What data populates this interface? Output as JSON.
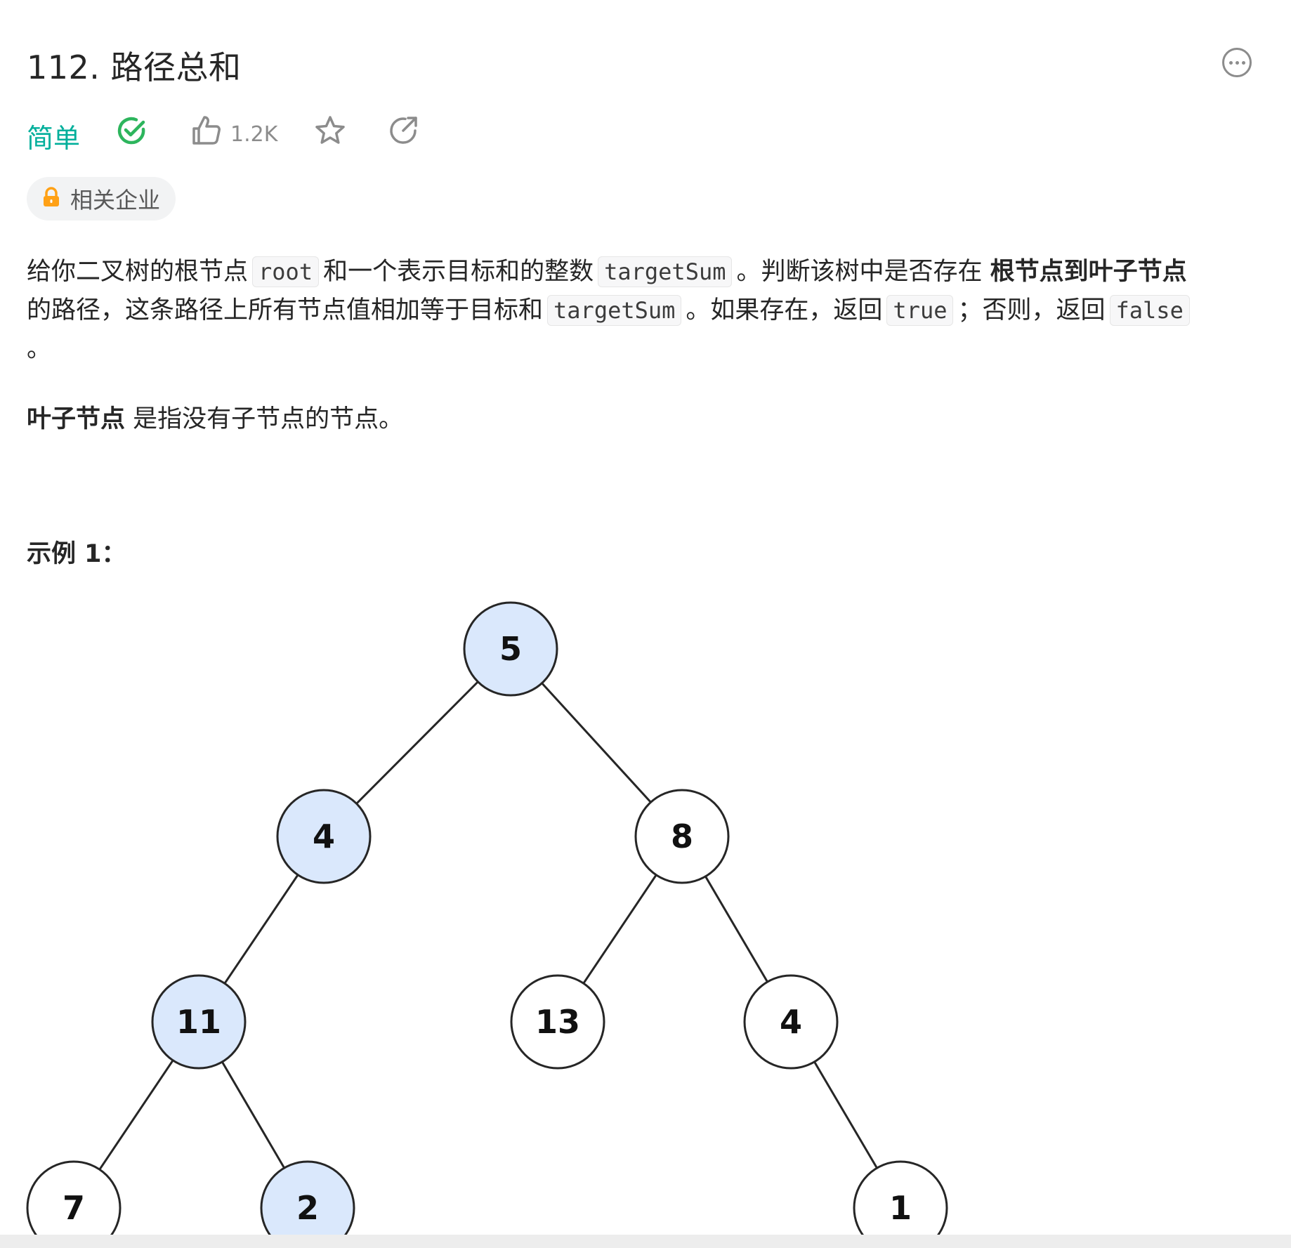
{
  "problem": {
    "title": "112. 路径总和",
    "difficulty": "简单",
    "likes": "1.2K",
    "company_tag": "相关企业"
  },
  "description": {
    "p1_text_1": "给你二叉树的根节点",
    "p1_code_root": "root",
    "p1_text_2": "和一个表示目标和的整数",
    "p1_code_targetsum_1": "targetSum",
    "p1_text_3": "。判断该树中是否存在",
    "p1_bold": "根节点到叶子节点",
    "p1_text_4": "的路径，这条路径上所有节点值相加等于目标和",
    "p1_code_targetsum_2": "targetSum",
    "p1_text_5": "。如果存在，返回",
    "p1_code_true": "true",
    "p1_text_6": "；否则，返回",
    "p1_code_false": "false",
    "p1_text_7": "。",
    "p2_bold": "叶子节点",
    "p2_text": "是指没有子节点的节点。"
  },
  "example": {
    "title": "示例 1："
  },
  "tree": {
    "nodes": [
      {
        "id": "n5",
        "label": "5",
        "highlighted": true
      },
      {
        "id": "n4a",
        "label": "4",
        "highlighted": true
      },
      {
        "id": "n8",
        "label": "8",
        "highlighted": false
      },
      {
        "id": "n11",
        "label": "11",
        "highlighted": true
      },
      {
        "id": "n13",
        "label": "13",
        "highlighted": false
      },
      {
        "id": "n4b",
        "label": "4",
        "highlighted": false
      },
      {
        "id": "n7",
        "label": "7",
        "highlighted": false
      },
      {
        "id": "n2",
        "label": "2",
        "highlighted": true
      },
      {
        "id": "n1",
        "label": "1",
        "highlighted": false
      }
    ],
    "edges": [
      [
        "n5",
        "n4a"
      ],
      [
        "n5",
        "n8"
      ],
      [
        "n4a",
        "n11"
      ],
      [
        "n8",
        "n13"
      ],
      [
        "n8",
        "n4b"
      ],
      [
        "n11",
        "n7"
      ],
      [
        "n11",
        "n2"
      ],
      [
        "n4b",
        "n1"
      ]
    ],
    "highlight_fill": "#dae8fc",
    "plain_fill": "#ffffff",
    "stroke": "#262626"
  },
  "colors": {
    "easy": "#00af9b",
    "solved": "#2db55d",
    "lock": "#ffa116"
  },
  "icons": [
    "more-icon",
    "solved-check-icon",
    "thumbs-up-icon",
    "star-icon",
    "share-icon",
    "lock-icon"
  ]
}
